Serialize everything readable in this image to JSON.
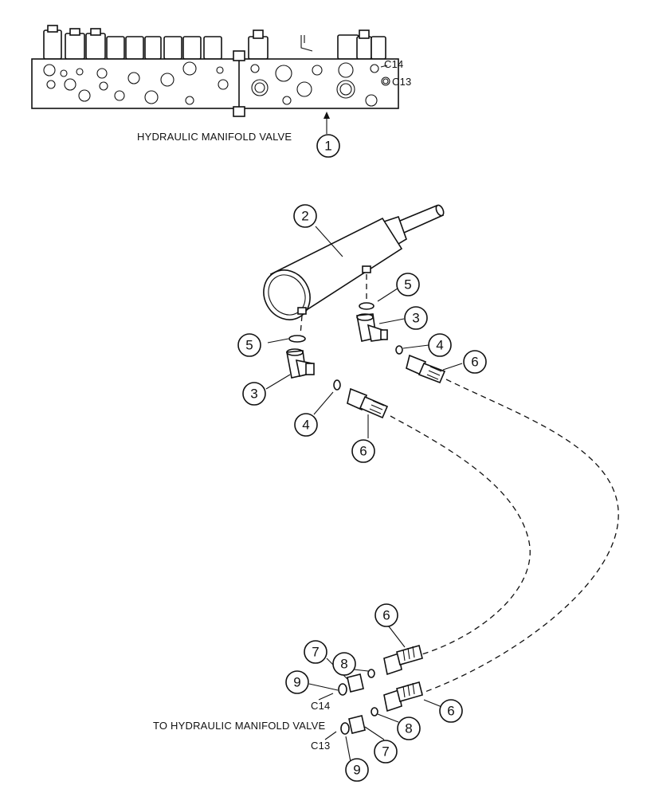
{
  "labels": {
    "manifold_title": "HYDRAULIC MANIFOLD VALVE",
    "to_manifold": "TO HYDRAULIC MANIFOLD VALVE",
    "port_c14_top": "C14",
    "port_c13_top": "C13",
    "port_c14_bottom": "C14",
    "port_c13_bottom": "C13"
  },
  "callouts": {
    "c1": "1",
    "c2": "2",
    "c3a": "3",
    "c3b": "3",
    "c4a": "4",
    "c4b": "4",
    "c5a": "5",
    "c5b": "5",
    "c6a": "6",
    "c6b": "6",
    "c6c": "6",
    "c6d": "6",
    "c7a": "7",
    "c7b": "7",
    "c8a": "8",
    "c8b": "8",
    "c9a": "9",
    "c9b": "9"
  }
}
